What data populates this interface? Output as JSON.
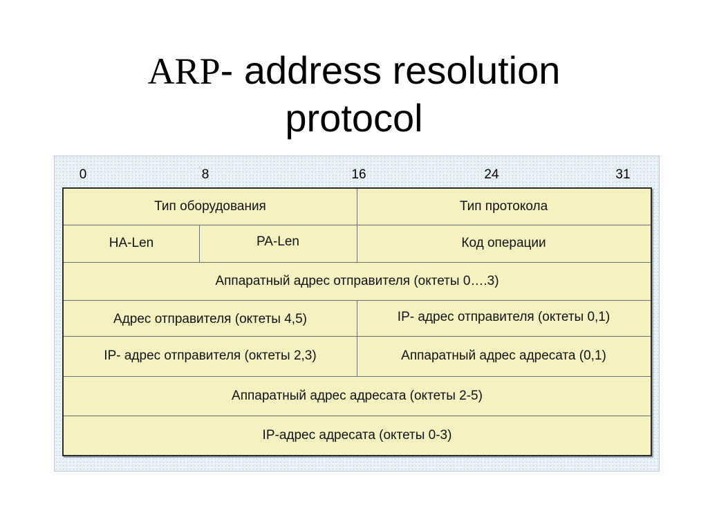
{
  "title": {
    "abbr": "ARP",
    "rest": "- address resolution",
    "line2": "protocol"
  },
  "bit_scale": [
    "0",
    "8",
    "16",
    "24",
    "31"
  ],
  "rows": {
    "r1": {
      "hardware_type": "Тип оборудования",
      "protocol_type": "Тип протокола"
    },
    "r2": {
      "ha_len": "HA-Len",
      "pa_len": "PA-Len",
      "opcode": "Код операции"
    },
    "r3": {
      "sender_hw": "Аппаратный адрес отправителя (октеты 0….3)"
    },
    "r4": {
      "sender_addr_45": "Адрес отправителя (октеты 4,5)",
      "sender_ip_01": "IP- адрес отправителя (октеты 0,1)"
    },
    "r5": {
      "sender_ip_23": "IP- адрес отправителя (октеты 2,3)",
      "target_hw_01": "Аппаратный адрес адресата (0,1)"
    },
    "r6": {
      "target_hw_25": "Аппаратный адрес адресата (октеты 2-5)"
    },
    "r7": {
      "target_ip": "IP-адрес адресата (октеты 0-3)"
    }
  },
  "colors": {
    "panel_bg": "#e9f2f8",
    "cell_bg": "#f6f1c0",
    "border": "#2b2b2b"
  }
}
